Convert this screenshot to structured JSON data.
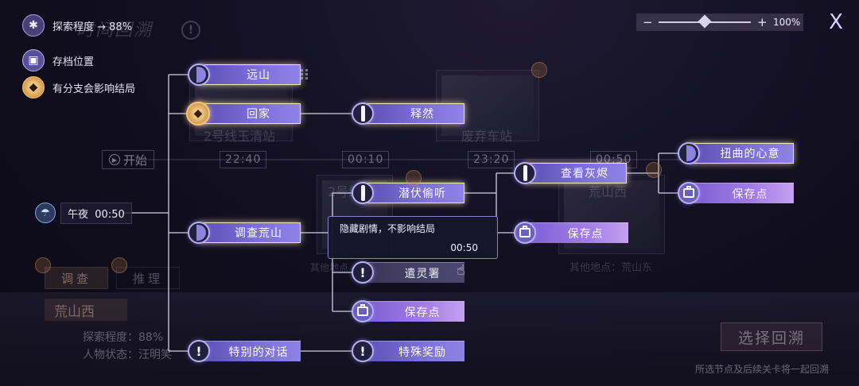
{
  "legend": {
    "explore": "探索程度 → 88%",
    "save": "存档位置",
    "branch": "有分支会影响结局"
  },
  "ghost": {
    "title": "时间回溯",
    "thumb1": "2号线玉清站",
    "thumb2": "废弃车站",
    "thumb3": "荒山西",
    "thumb4": "2号线",
    "other_left": "其他地点",
    "other_right": "其他地点：荒山东",
    "tab_active": "调查",
    "tab_other": "推理",
    "location": "荒山西",
    "stat1": "探索程度：88%",
    "stat2": "人物状态：汪明笑",
    "select_button": "选择回溯",
    "select_note": "所选节点及后续关卡将一起回溯"
  },
  "zoom": {
    "minus": "−",
    "plus": "+",
    "value": "100%",
    "level": 0.5
  },
  "close": "X",
  "timeline": {
    "start": "开始",
    "times": [
      "22:40",
      "00:10",
      "23:20",
      "00:50"
    ]
  },
  "midnight": {
    "label": "午夜",
    "time": "00:50"
  },
  "nodes": {
    "yuanshan": "远山",
    "huijia": "回家",
    "shiran": "释然",
    "qianfu": "潜伏偷听",
    "chakan": "查看灰烬",
    "niuqu": "扭曲的心意",
    "save1": "保存点",
    "diaocha": "调查荒山",
    "save2": "保存点",
    "qianling": "遣灵署",
    "save3": "保存点",
    "tebie": "特别的对话",
    "teshu": "特殊奖励"
  },
  "tooltip": {
    "text": "隐藏剧情，不影响结局",
    "time": "00:50"
  }
}
